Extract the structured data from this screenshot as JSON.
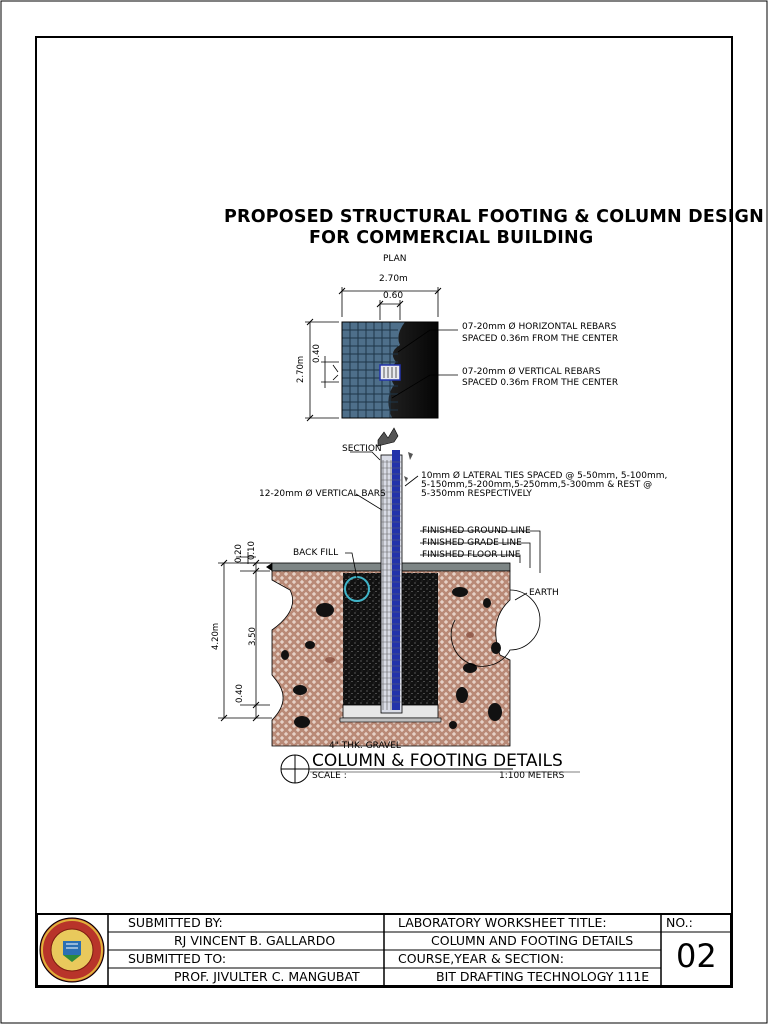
{
  "drawing": {
    "title_line1": "PROPOSED STRUCTURAL FOOTING & COLUMN DESIGN",
    "title_line2": "FOR COMMERCIAL BUILDING",
    "plan_label": "PLAN",
    "plan_dim_width": "2.70m",
    "plan_dim_column": "0.60",
    "plan_dim_height": "2.70m",
    "plan_dim_offset": "0.40",
    "plan_note_horizontal_1": "07-20mm Ø HORIZONTAL REBARS",
    "plan_note_horizontal_2": "SPACED 0.36m FROM THE CENTER",
    "plan_note_vertical_1": "07-20mm Ø VERTICAL REBARS",
    "plan_note_vertical_2": "SPACED 0.36m FROM THE CENTER",
    "section_label": "SECTION",
    "ties_note_1": "10mm Ø  LATERAL TIES SPACED @ 5-50mm, 5-100mm,",
    "ties_note_2": "5-150mm,5-200mm,5-250mm,5-300mm & REST @",
    "ties_note_3": "5-350mm RESPECTIVELY",
    "vertical_bars_note": "12-20mm Ø VERTICAL BARS",
    "finished_ground": "FINISHED GROUND LINE",
    "finished_grade": "FINISHED GRADE LINE",
    "finished_floor": "FINISHED FLOOR LINE",
    "back_fill": "BACK FILL",
    "earth": "EARTH",
    "dim_020": "0.20",
    "dim_010": "0.10",
    "dim_420": "4.20m",
    "dim_350": "3.50",
    "dim_040": "0.40",
    "gravel": "4\" THK. GRAVEL",
    "detail_title": "COLUMN & FOOTING DETAILS",
    "scale_label": "SCALE :",
    "scale_value": "1:100 METERS"
  },
  "title_block": {
    "submitted_by_label": "SUBMITTED BY:",
    "submitted_by_name": "RJ VINCENT B. GALLARDO",
    "submitted_to_label": "SUBMITTED TO:",
    "submitted_to_name": "PROF. JIVULTER C. MANGUBAT",
    "worksheet_title_label": "LABORATORY WORKSHEET TITLE:",
    "worksheet_title_value": "COLUMN AND FOOTING DETAILS",
    "course_label": "COURSE,YEAR & SECTION:",
    "course_value": "BIT DRAFTING TECHNOLOGY 111E",
    "no_label": "NO.:",
    "no_value": "02"
  },
  "colors": {
    "plan_fill": "#4e6f8a",
    "concrete_dark": "#1a1a1a",
    "soil_brick": "#b07d6a",
    "rebar_blue": "#2233aa",
    "seal_red": "#c0392b",
    "seal_gold": "#e0b23a"
  }
}
